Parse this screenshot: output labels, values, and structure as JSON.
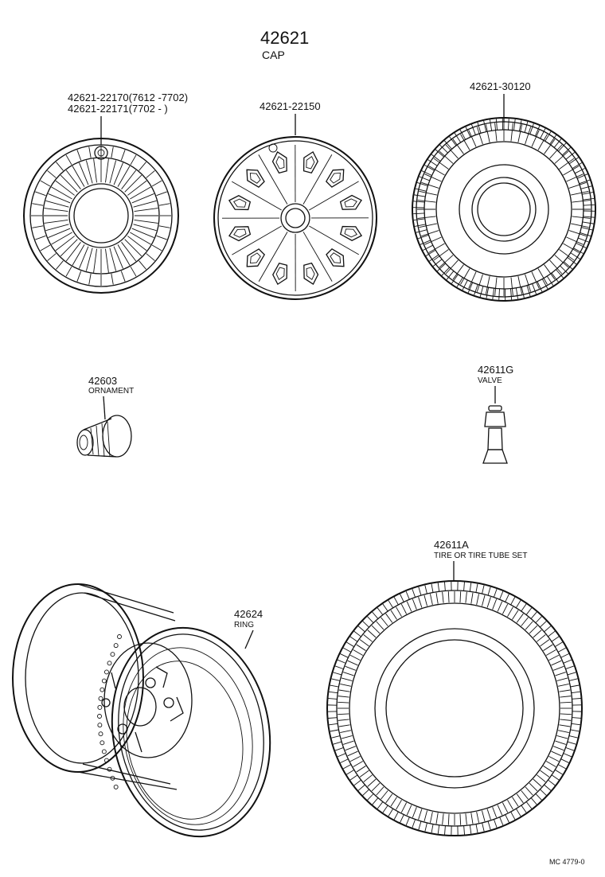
{
  "header": {
    "part_number": "42621",
    "part_name": "CAP"
  },
  "parts": {
    "cap_a": {
      "line1": "42621-22170(7612 -7702)",
      "line2": "42621-22171(7702 -       )"
    },
    "cap_b": {
      "number": "42621-22150"
    },
    "cap_c": {
      "number": "42621-30120"
    },
    "ornament": {
      "number": "42603",
      "name": "ORNAMENT"
    },
    "valve": {
      "number": "42611G",
      "name": "VALVE"
    },
    "ring": {
      "number": "42624",
      "name": "RING"
    },
    "tire": {
      "number": "42611A",
      "name": "TIRE OR TIRE TUBE SET"
    }
  },
  "footer": {
    "code": "MC 4779-0"
  }
}
